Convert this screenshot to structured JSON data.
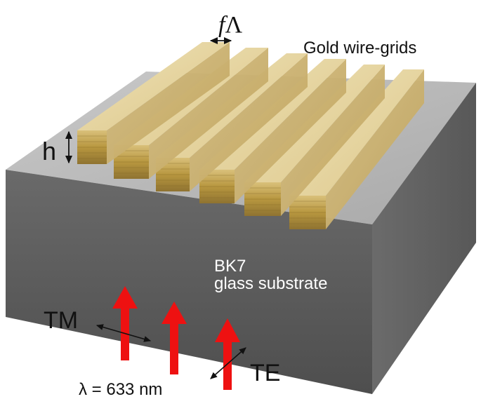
{
  "labels": {
    "period": "fΛ",
    "period_f": "f",
    "period_lambda": "Λ",
    "gratings": "Gold wire-grids",
    "height": "h",
    "substrate_line1": "BK7",
    "substrate_line2": "glass substrate",
    "tm": "TM",
    "te": "TE",
    "wavelength": "λ = 633 nm"
  },
  "colors": {
    "gold_top": "#e6d39c",
    "gold_side": "#c7ae6a",
    "gold_front": "#b39447",
    "substrate_top": "#b3b3b3",
    "substrate_front": "#5f5f5f",
    "substrate_side": "#6c6c6c",
    "beam": "#ee1111"
  }
}
